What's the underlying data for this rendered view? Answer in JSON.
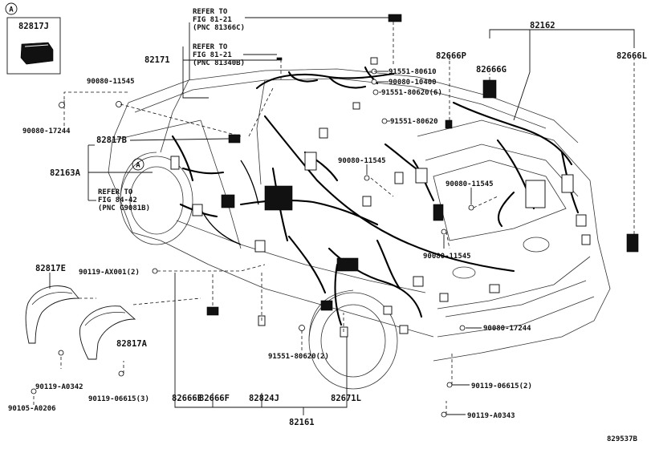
{
  "diagram": {
    "inset_marker": "A",
    "callout_marker": "A",
    "figure_code": "829537B",
    "parts": {
      "p82817J": "82817J",
      "p82171": "82171",
      "p82162": "82162",
      "p82666P": "82666P",
      "p82666G": "82666G",
      "p82666L": "82666L",
      "p90080_11545_a": "90080-11545",
      "p90080_17244_a": "90080-17244",
      "p82817B": "82817B",
      "p82163A": "82163A",
      "p91551_80610": "91551-80610",
      "p90080_10400": "90080-10400",
      "p91551_80620_6": "91551-80620(6)",
      "p91551_80620": "91551-80620",
      "p90080_11545_b": "90080-11545",
      "p90080_11545_c": "90080-11545",
      "p90080_11545_d": "90080-11545",
      "p82817E": "82817E",
      "p90119_AX001": "90119-AX001(2)",
      "p82817A": "82817A",
      "p90119_A0342": "90119-A0342",
      "p90119_06615_3": "90119-06615(3)",
      "p90105_A0206": "90105-A0206",
      "p91551_80620_2": "91551-80620(2)",
      "p90080_17244_b": "90080-17244",
      "p90119_06615_2": "90119-06615(2)",
      "p90119_A0343": "90119-A0343",
      "p82666E": "82666E",
      "p82666F": "82666F",
      "p82824J": "82824J",
      "p82671L": "82671L",
      "p82161": "82161"
    },
    "refs": {
      "r1_l1": "REFER TO",
      "r1_l2": "FIG 81-21",
      "r1_l3": "(PNC 81366C)",
      "r2_l1": "REFER TO",
      "r2_l2": "FIG 81-21",
      "r2_l3": "(PNC 81340B)",
      "r3_l1": "REFER TO",
      "r3_l2": "FIG 84-42",
      "r3_l3": "(PNC G9081B)"
    }
  }
}
